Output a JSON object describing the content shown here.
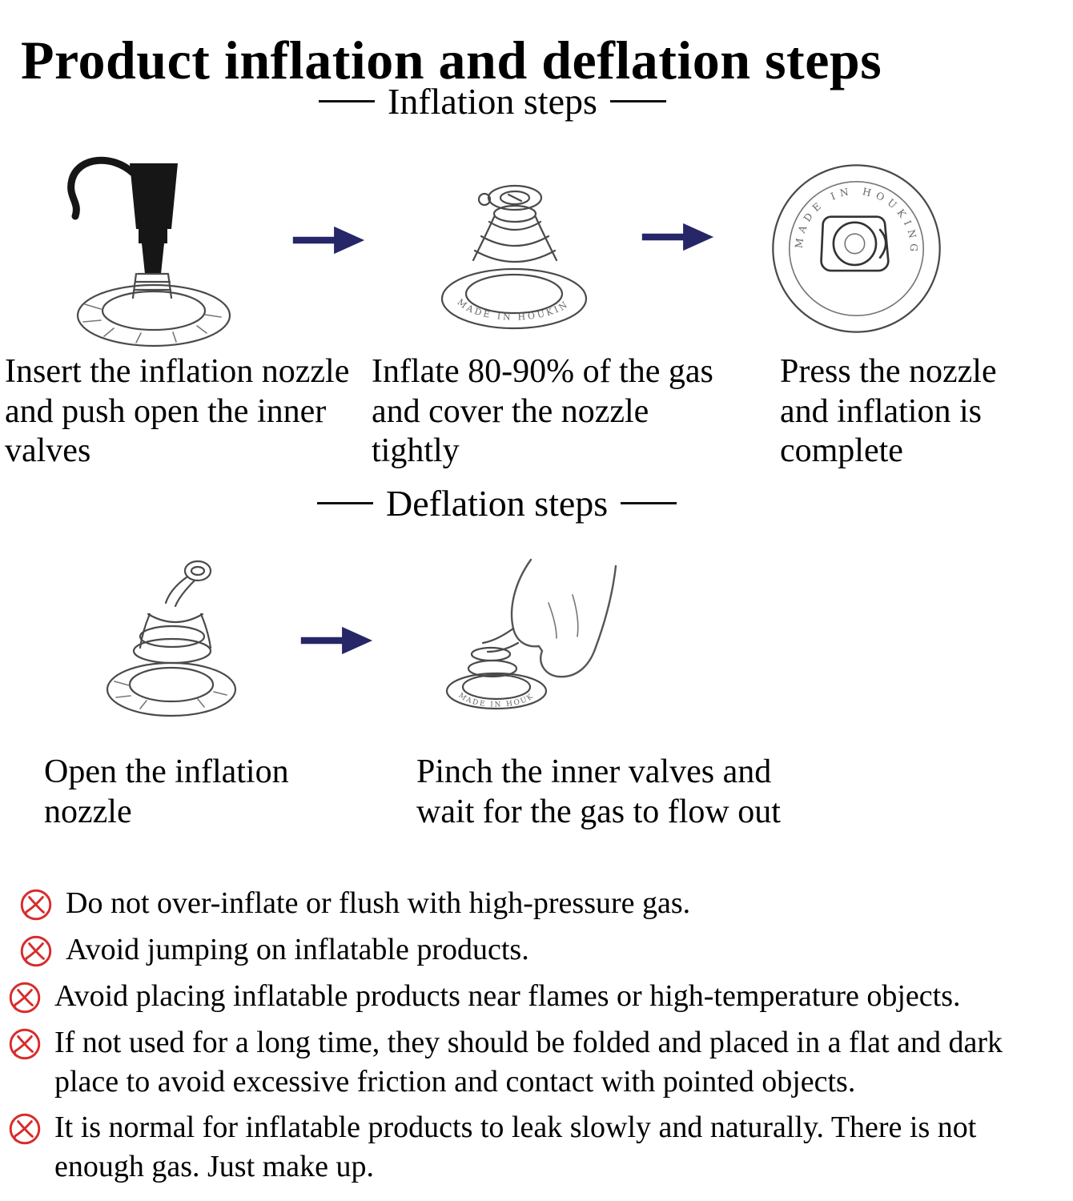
{
  "page": {
    "title": "Product inflation and deflation steps"
  },
  "sections": {
    "inflation": {
      "header": "Inflation steps",
      "steps": [
        {
          "caption": "Insert the inflation nozzle and push open the inner valves",
          "illustration": "pump-nozzle-inserted"
        },
        {
          "caption": "Inflate 80-90% of the gas and cover the nozzle tightly",
          "illustration": "valve-capped"
        },
        {
          "caption": "Press the nozzle and inflation is complete",
          "illustration": "valve-pressed-top-view"
        }
      ]
    },
    "deflation": {
      "header": "Deflation steps",
      "steps": [
        {
          "caption": "Open the inflation nozzle",
          "illustration": "valve-open"
        },
        {
          "caption": "Pinch the inner valves and wait for the gas to flow out",
          "illustration": "hand-pinching-valve"
        }
      ]
    }
  },
  "warnings": [
    "Do not over-inflate or flush with high-pressure gas.",
    "Avoid jumping on inflatable products.",
    "Avoid placing inflatable products near flames or high-temperature objects.",
    "If not used for a long time, they should be folded and placed in a flat and dark place to avoid excessive friction and contact with pointed objects.",
    "It is normal for inflatable products to leak slowly and naturally. There is not enough gas. Just make up."
  ],
  "illustration_text": {
    "stamp": "MADE IN HOUKING"
  },
  "colors": {
    "arrow": "#262668",
    "warning_icon": "#d92b2b",
    "text": "#000000",
    "background": "#ffffff"
  }
}
